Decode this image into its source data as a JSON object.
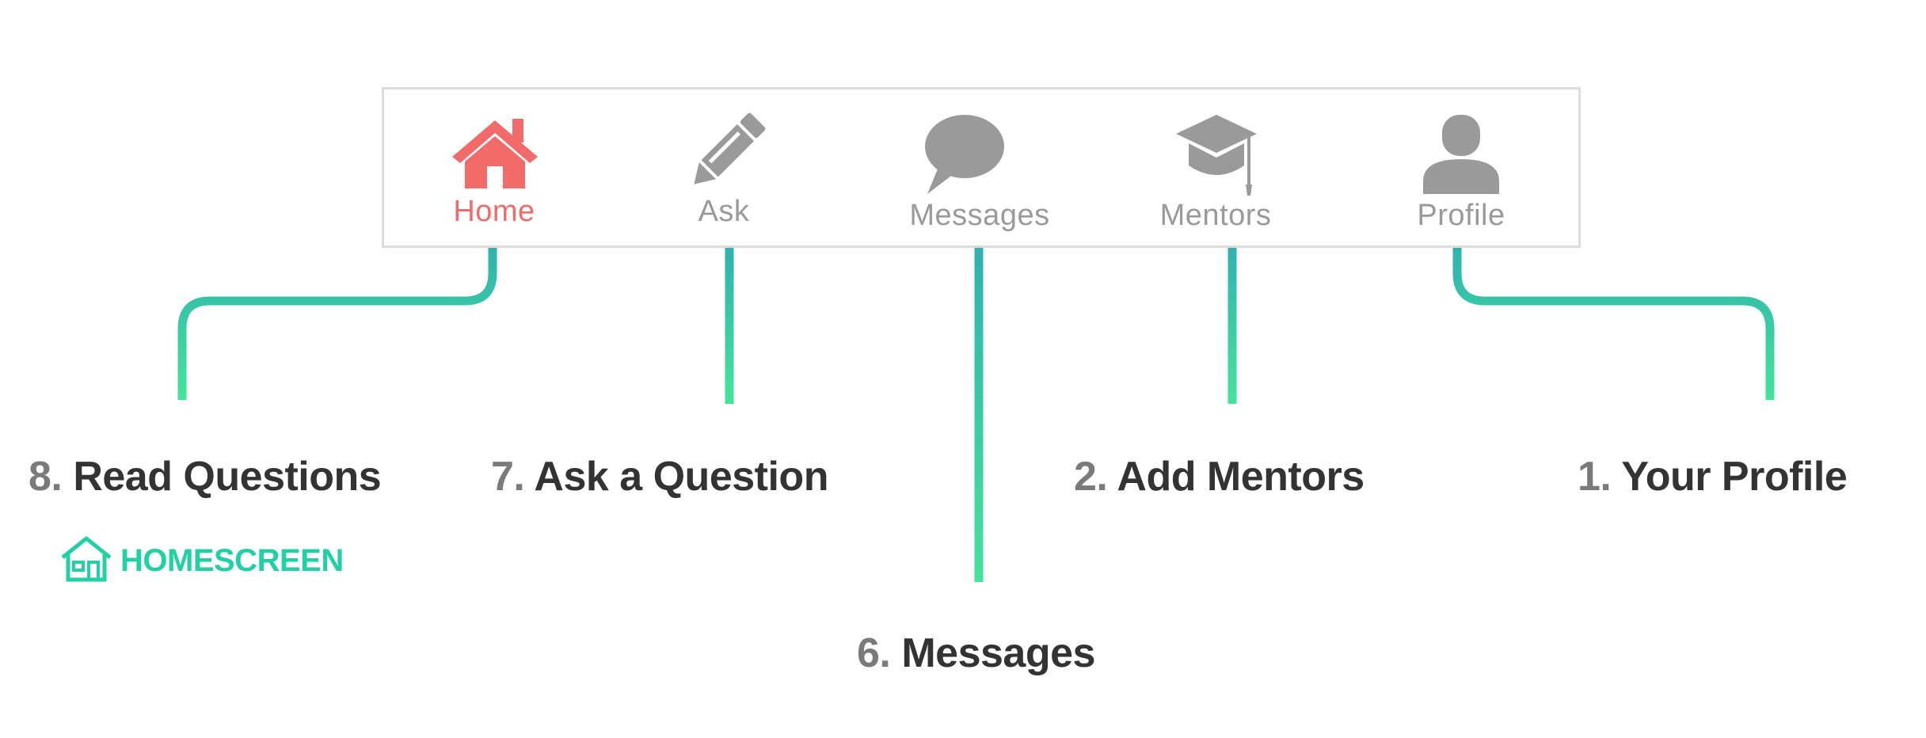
{
  "tabbar": {
    "tabs": [
      {
        "label": "Home",
        "icon": "home-icon",
        "active": true
      },
      {
        "label": "Ask",
        "icon": "pencil-icon",
        "active": false
      },
      {
        "label": "Messages",
        "icon": "speech-bubble-icon",
        "active": false
      },
      {
        "label": "Mentors",
        "icon": "graduation-cap-icon",
        "active": false
      },
      {
        "label": "Profile",
        "icon": "user-icon",
        "active": false
      }
    ]
  },
  "callouts": {
    "read_questions": {
      "num": "8.",
      "text": "Read Questions"
    },
    "ask_question": {
      "num": "7.",
      "text": "Ask a Question"
    },
    "messages": {
      "num": "6.",
      "text": "Messages"
    },
    "add_mentors": {
      "num": "2.",
      "text": "Add Mentors"
    },
    "your_profile": {
      "num": "1.",
      "text": "Your Profile"
    }
  },
  "badge": {
    "text": "HOMESCREEN",
    "icon": "house-outline-icon"
  },
  "colors": {
    "active": "#f26b6b",
    "inactive": "#9a9a9a",
    "connector_top": "#2fb0b0",
    "connector_bottom": "#45e39a",
    "badge": "#22d0a6",
    "callout_text": "#333333",
    "callout_number": "#7a7a7a"
  }
}
